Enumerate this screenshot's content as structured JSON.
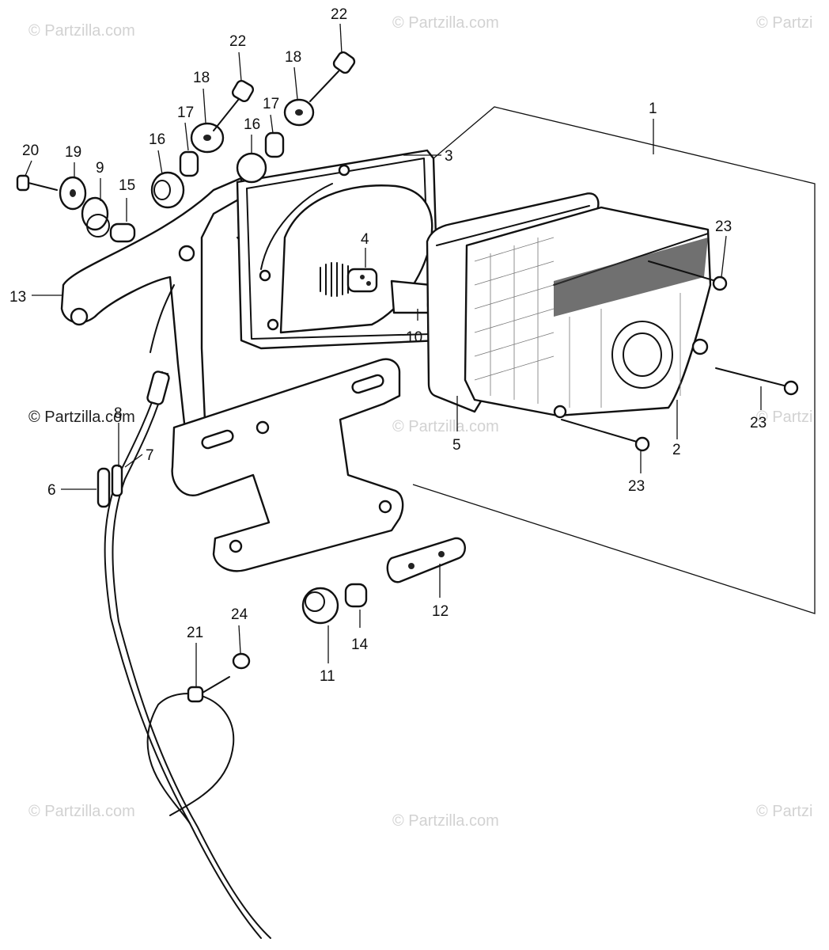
{
  "watermark": {
    "text": "© Partzilla.com",
    "partial_text": "© Partzi"
  },
  "callouts": [
    {
      "id": "c1",
      "label": "1"
    },
    {
      "id": "c2",
      "label": "2"
    },
    {
      "id": "c3",
      "label": "3"
    },
    {
      "id": "c4",
      "label": "4"
    },
    {
      "id": "c5",
      "label": "5"
    },
    {
      "id": "c6",
      "label": "6"
    },
    {
      "id": "c7",
      "label": "7"
    },
    {
      "id": "c8",
      "label": "8"
    },
    {
      "id": "c9",
      "label": "9"
    },
    {
      "id": "c10",
      "label": "10"
    },
    {
      "id": "c11",
      "label": "11"
    },
    {
      "id": "c12",
      "label": "12"
    },
    {
      "id": "c13",
      "label": "13"
    },
    {
      "id": "c14",
      "label": "14"
    },
    {
      "id": "c15",
      "label": "15"
    },
    {
      "id": "c16a",
      "label": "16"
    },
    {
      "id": "c16b",
      "label": "16"
    },
    {
      "id": "c17a",
      "label": "17"
    },
    {
      "id": "c17b",
      "label": "17"
    },
    {
      "id": "c18a",
      "label": "18"
    },
    {
      "id": "c18b",
      "label": "18"
    },
    {
      "id": "c19",
      "label": "19"
    },
    {
      "id": "c20",
      "label": "20"
    },
    {
      "id": "c21",
      "label": "21"
    },
    {
      "id": "c22a",
      "label": "22"
    },
    {
      "id": "c22b",
      "label": "22"
    },
    {
      "id": "c23a",
      "label": "23"
    },
    {
      "id": "c23b",
      "label": "23"
    },
    {
      "id": "c23c",
      "label": "23"
    },
    {
      "id": "c24",
      "label": "24"
    }
  ]
}
